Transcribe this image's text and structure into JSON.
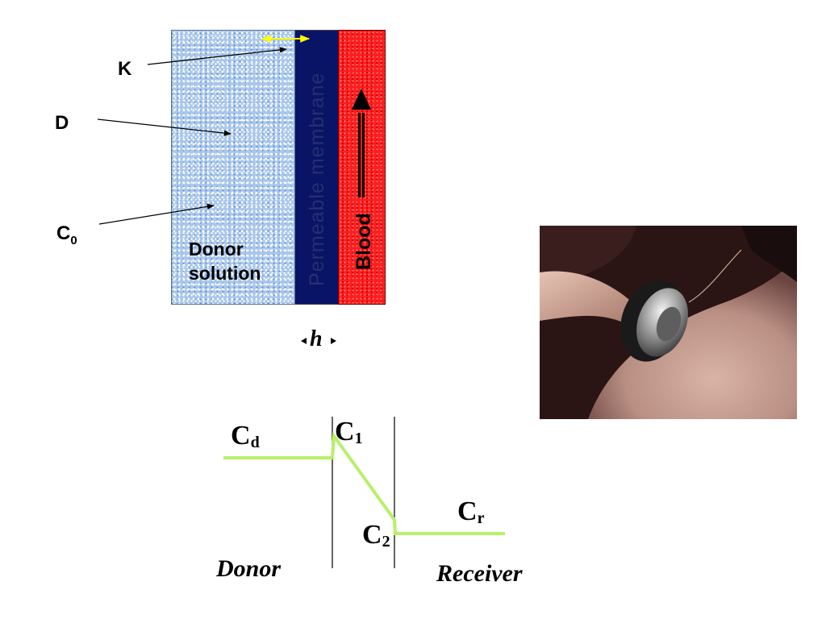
{
  "diagram": {
    "labels": {
      "k": "K",
      "d": "D",
      "c0": "C",
      "c0_sub": "0",
      "donor_line1": "Donor",
      "donor_line2": "solution",
      "membrane": "Permeable membrane",
      "blood": "Blood",
      "h": "h"
    },
    "colors": {
      "donor": "#a9c7ec",
      "membrane": "#0a1466",
      "blood": "#ff1e1e",
      "arrow_yellow": "#ffff00",
      "profile_line": "#b8f06a"
    }
  },
  "photo": {
    "icon": "stethoscope-photo"
  },
  "graph": {
    "cd": "C",
    "cd_sub": "d",
    "c1": "C",
    "c1_sub": "1",
    "c2": "C",
    "c2_sub": "2",
    "cr": "C",
    "cr_sub": "r",
    "donor": "Donor",
    "receiver": "Receiver"
  }
}
